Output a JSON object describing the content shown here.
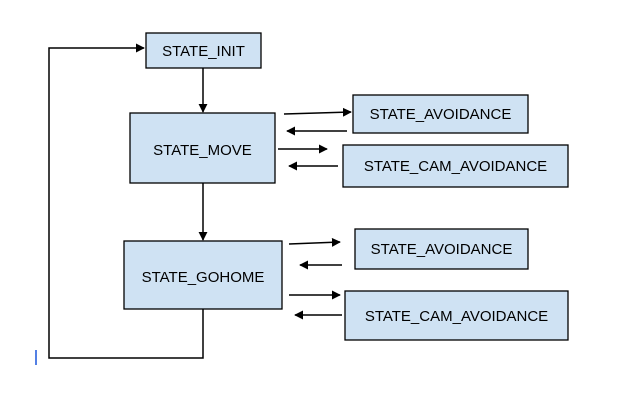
{
  "diagram": {
    "states": {
      "init": "STATE_INIT",
      "move": "STATE_MOVE",
      "move_avoidance": "STATE_AVOIDANCE",
      "move_cam_avoidance": "STATE_CAM_AVOIDANCE",
      "gohome": "STATE_GOHOME",
      "gohome_avoidance": "STATE_AVOIDANCE",
      "gohome_cam_avoidance": "STATE_CAM_AVOIDANCE"
    },
    "colors": {
      "box_fill": "#cfe2f3",
      "box_stroke": "#000000",
      "arrow": "#000000",
      "cursor": "#1a56db"
    }
  }
}
